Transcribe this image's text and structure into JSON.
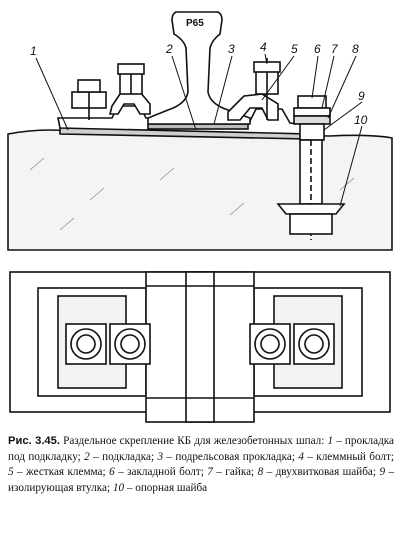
{
  "figure": {
    "rail_label": "Р65",
    "callouts": [
      {
        "id": "1",
        "text": "1"
      },
      {
        "id": "2",
        "text": "2"
      },
      {
        "id": "3",
        "text": "3"
      },
      {
        "id": "4",
        "text": "4"
      },
      {
        "id": "5",
        "text": "5"
      },
      {
        "id": "6",
        "text": "6"
      },
      {
        "id": "7",
        "text": "7"
      },
      {
        "id": "8",
        "text": "8"
      },
      {
        "id": "9",
        "text": "9"
      },
      {
        "id": "10",
        "text": "10"
      }
    ]
  },
  "caption": {
    "figure_number": "Рис. 3.45.",
    "title": "Раздельное скрепление КБ для железобетонных шпал:",
    "items": [
      {
        "num": "1",
        "text": "прокладка под подкладку;"
      },
      {
        "num": "2",
        "text": "подкладка;"
      },
      {
        "num": "3",
        "text": "подрельсовая прокладка;"
      },
      {
        "num": "4",
        "text": "клеммный болт;"
      },
      {
        "num": "5",
        "text": "жесткая клемма;"
      },
      {
        "num": "6",
        "text": "закладной болт;"
      },
      {
        "num": "7",
        "text": "гайка;"
      },
      {
        "num": "8",
        "text": "двухвитковая шайба;"
      },
      {
        "num": "9",
        "text": "изолирующая втулка;"
      },
      {
        "num": "10",
        "text": "опорная шайба"
      }
    ]
  }
}
